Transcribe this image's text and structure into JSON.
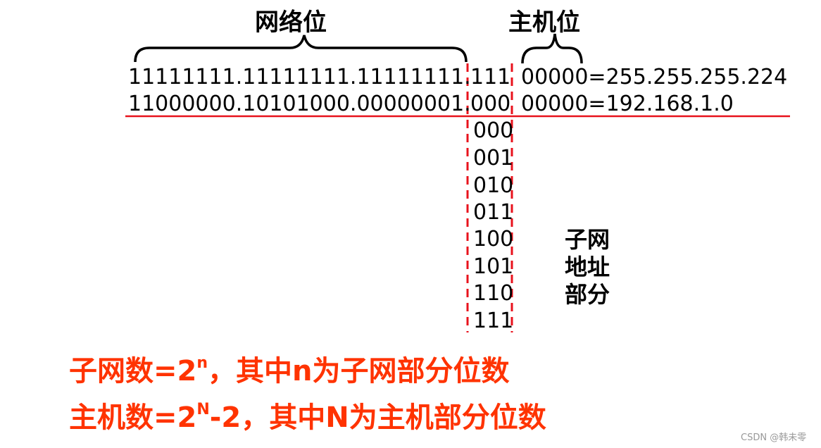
{
  "labels": {
    "network_bits": "网络位",
    "host_bits": "主机位"
  },
  "rows": {
    "mask_net": "11111111.11111111.11111111.",
    "mask_sub": "111",
    "mask_host": "00000=255.255.255.224",
    "ip_net": "11000000.10101000.00000001.",
    "ip_sub": "000",
    "ip_host": "00000=192.168.1.0"
  },
  "subnets": [
    "000",
    "001",
    "010",
    "011",
    "100",
    "101",
    "110",
    "111"
  ],
  "subnet_label": [
    "子网",
    "地址",
    "部分"
  ],
  "formulas": {
    "subnet_pre": "子网数=2",
    "subnet_exp": "n",
    "subnet_post": "，其中n为子网部分位数",
    "host_pre": "主机数=2",
    "host_exp": "N",
    "host_post": "-2，其中N为主机部分位数"
  },
  "watermark": "CSDN @韩未零",
  "colors": {
    "accent": "#ff3300",
    "divider": "#e8121c"
  }
}
